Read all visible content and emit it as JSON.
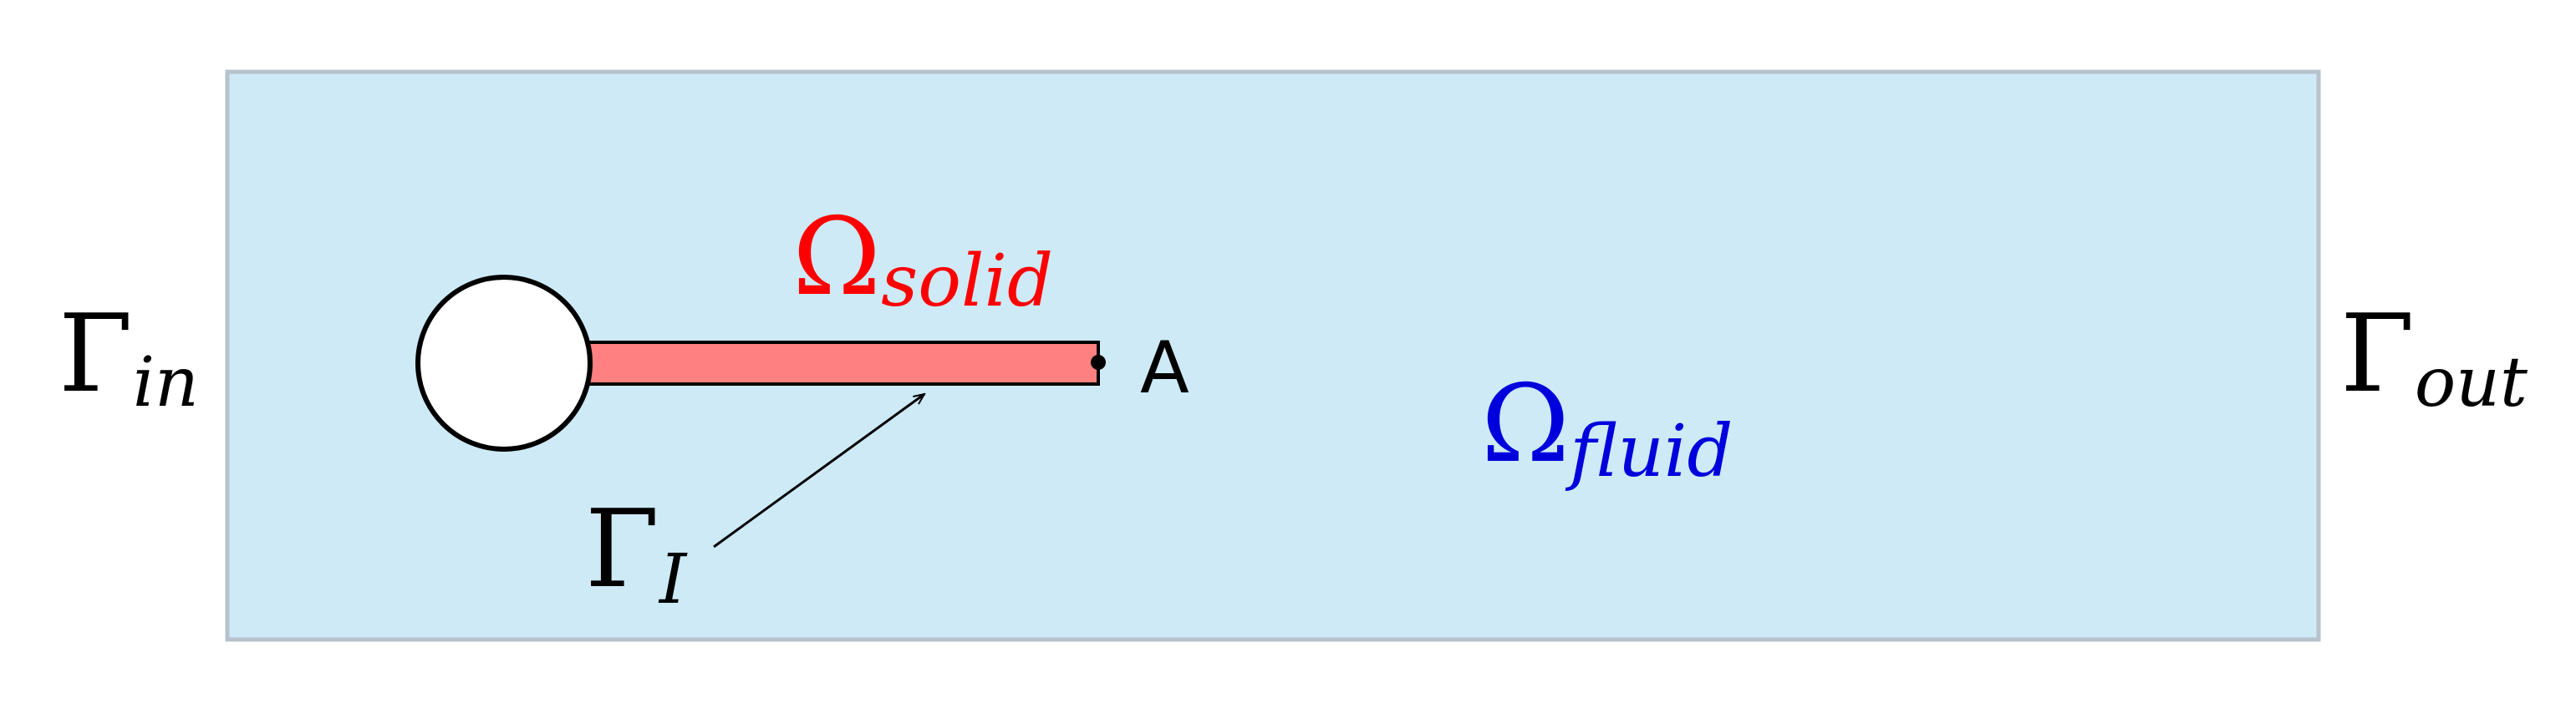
{
  "colors": {
    "fluid_fill": "#cdeaf6",
    "fluid_border": "#b7c3cc",
    "solid_fill": "#ff8080",
    "solid_label": "#ff0000",
    "fluid_label": "#0000dd",
    "ink": "#000000",
    "cylinder_fill": "#ffffff"
  },
  "labels": {
    "gamma": "Γ",
    "omega": "Ω",
    "inlet_sub": "in",
    "outlet_sub": "out",
    "interface_sub": "I",
    "solid_sub": "solid",
    "fluid_sub": "fluid",
    "point": "A"
  }
}
